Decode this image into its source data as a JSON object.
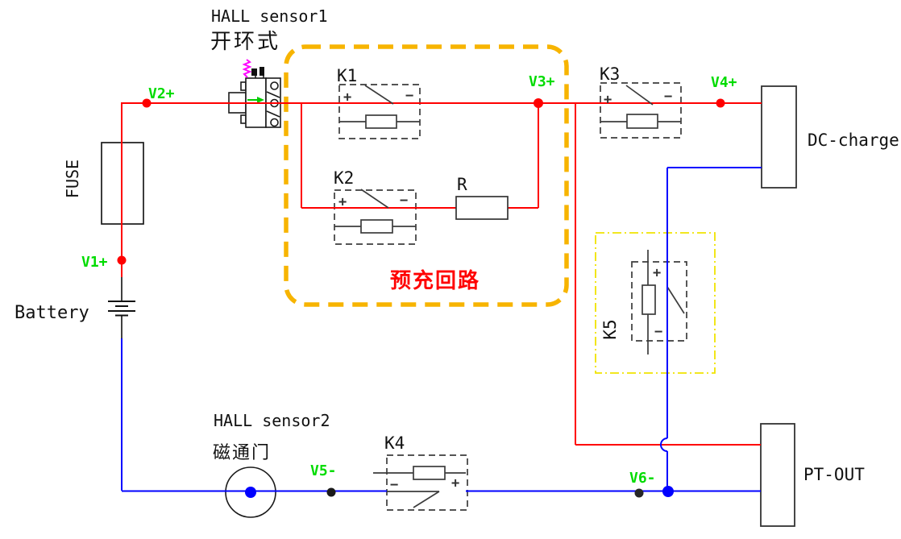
{
  "components": {
    "hall_sensor1": {
      "title": "HALL sensor1",
      "subtitle": "开环式"
    },
    "hall_sensor2": {
      "title": "HALL sensor2",
      "subtitle": "磁通门"
    },
    "fuse": {
      "label": "FUSE"
    },
    "battery": {
      "label": "Battery"
    },
    "resistor": {
      "label": "R"
    },
    "dc_charge": {
      "label": "DC-charge"
    },
    "pt_out": {
      "label": "PT-OUT"
    },
    "precharge_loop": {
      "label": "预充回路"
    },
    "contactors": {
      "k1": {
        "label": "K1",
        "plus": "+",
        "minus": "−"
      },
      "k2": {
        "label": "K2",
        "plus": "+",
        "minus": "−"
      },
      "k3": {
        "label": "K3",
        "plus": "+",
        "minus": "−"
      },
      "k4": {
        "label": "K4",
        "plus": "+",
        "minus": "−"
      },
      "k5": {
        "label": "K5",
        "plus": "+",
        "minus": "−"
      }
    }
  },
  "test_points": {
    "v1": "V1+",
    "v2": "V2+",
    "v3": "V3+",
    "v4": "V4+",
    "v5": "V5-",
    "v6": "V6-"
  },
  "colors": {
    "positive_wire": "#FF0000",
    "negative_wire": "#0000FF",
    "test_point_text": "#00DC00",
    "precharge_box": "#F7B400",
    "precharge_text": "#FF0000",
    "k5_box": "#F0E400",
    "contactor_outline": "#3C3C3C",
    "hall1_coil_mark": "#FF00FF",
    "hall1_arrow": "#00CC00"
  }
}
